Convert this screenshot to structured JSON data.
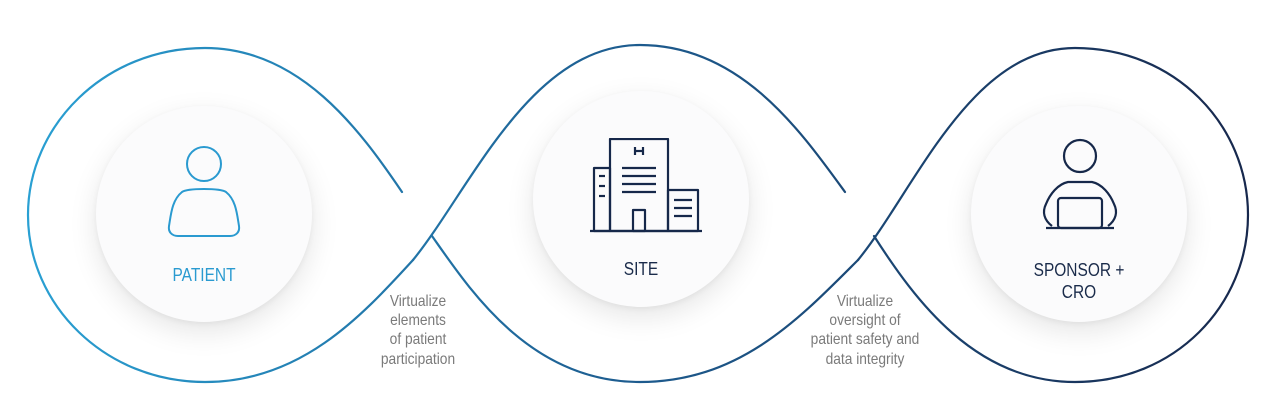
{
  "nodes": [
    {
      "label": "PATIENT",
      "icon": "patient-icon"
    },
    {
      "label": "SITE",
      "icon": "hospital-building-icon"
    },
    {
      "label": "SPONSOR +\nCRO",
      "icon": "person-laptop-icon"
    }
  ],
  "captions": [
    "Virtualize\nelements\nof patient\nparticipation",
    "Virtualize\noversight of\npatient safety and\ndata integrity"
  ],
  "colors": {
    "accent_light": "#2a9ad0",
    "accent_dark": "#16284a",
    "caption": "#7a7a7a"
  }
}
